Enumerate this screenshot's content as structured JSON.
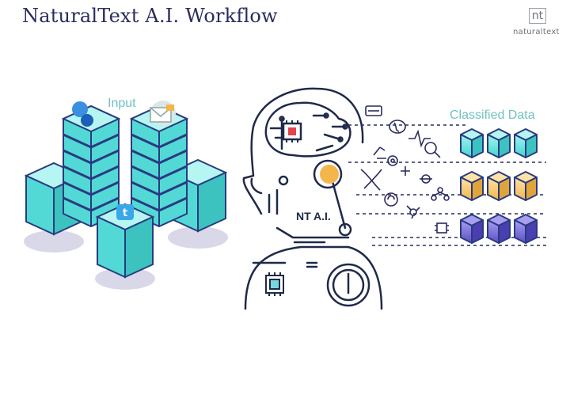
{
  "title": "NaturalText A.I. Workflow",
  "logo": {
    "mark": "nt",
    "wordmark": "naturaltext"
  },
  "labels": {
    "input": "Input",
    "classified": "Classified Data",
    "ai": "NT A.I."
  },
  "icons": {
    "input_sources": [
      "chat-bubble-icon",
      "email-icon",
      "twitter-icon"
    ],
    "process": [
      "chip-icon",
      "gear-icon",
      "dna-icon",
      "fingerprint-icon",
      "brain-icon",
      "magnifier-icon"
    ]
  },
  "colors": {
    "teal": "#5fe0de",
    "orange": "#f2b64a",
    "purple": "#6a5fcf",
    "navy": "#2a2c5e",
    "line": "#1f2a4a"
  },
  "classified_groups": [
    "teal",
    "orange",
    "purple"
  ]
}
